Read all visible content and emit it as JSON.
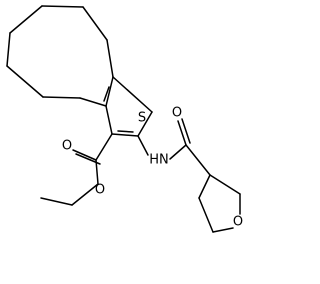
{
  "diagram": {
    "type": "skeletal-structure",
    "atom_labels": {
      "sulfur": "S",
      "amide_nitrogen": "HN",
      "amide_oxygen": "O",
      "ester_carbonyl_oxygen": "O",
      "ester_oxygen": "O",
      "ring_oxygen": "O"
    }
  }
}
